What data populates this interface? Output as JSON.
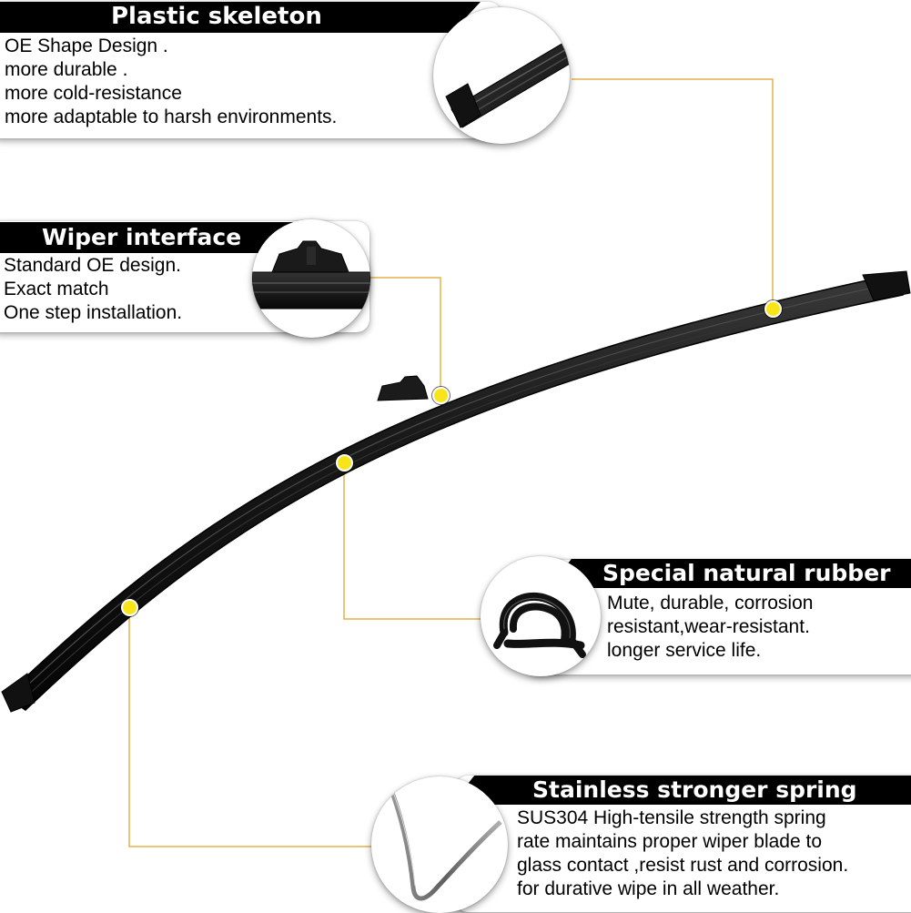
{
  "callouts": [
    {
      "title": "Plastic skeleton",
      "lines": [
        "OE Shape Design .",
        "more durable .",
        "more cold-resistance",
        "more adaptable to harsh environments."
      ],
      "image_icon": "blade-end-cap-closeup"
    },
    {
      "title": "Wiper interface",
      "lines": [
        "Standard OE design.",
        "Exact match",
        "One step installation."
      ],
      "image_icon": "wiper-connector-closeup"
    },
    {
      "title": "Special natural rubber",
      "lines": [
        "Mute, durable, corrosion",
        "resistant,wear-resistant.",
        "longer service life."
      ],
      "image_icon": "rubber-strip-coil"
    },
    {
      "title": "Stainless stronger spring",
      "lines": [
        "SUS304 High-tensile strength spring",
        "rate maintains proper wiper blade to",
        "glass contact ,resist rust and corrosion.",
        "for durative wipe in all weather."
      ],
      "image_icon": "steel-spring-strip"
    }
  ],
  "colors": {
    "leader_line": "#e3b24a",
    "marker": "#f7e51a",
    "title_bar": "#000000",
    "blade": "#141414"
  }
}
